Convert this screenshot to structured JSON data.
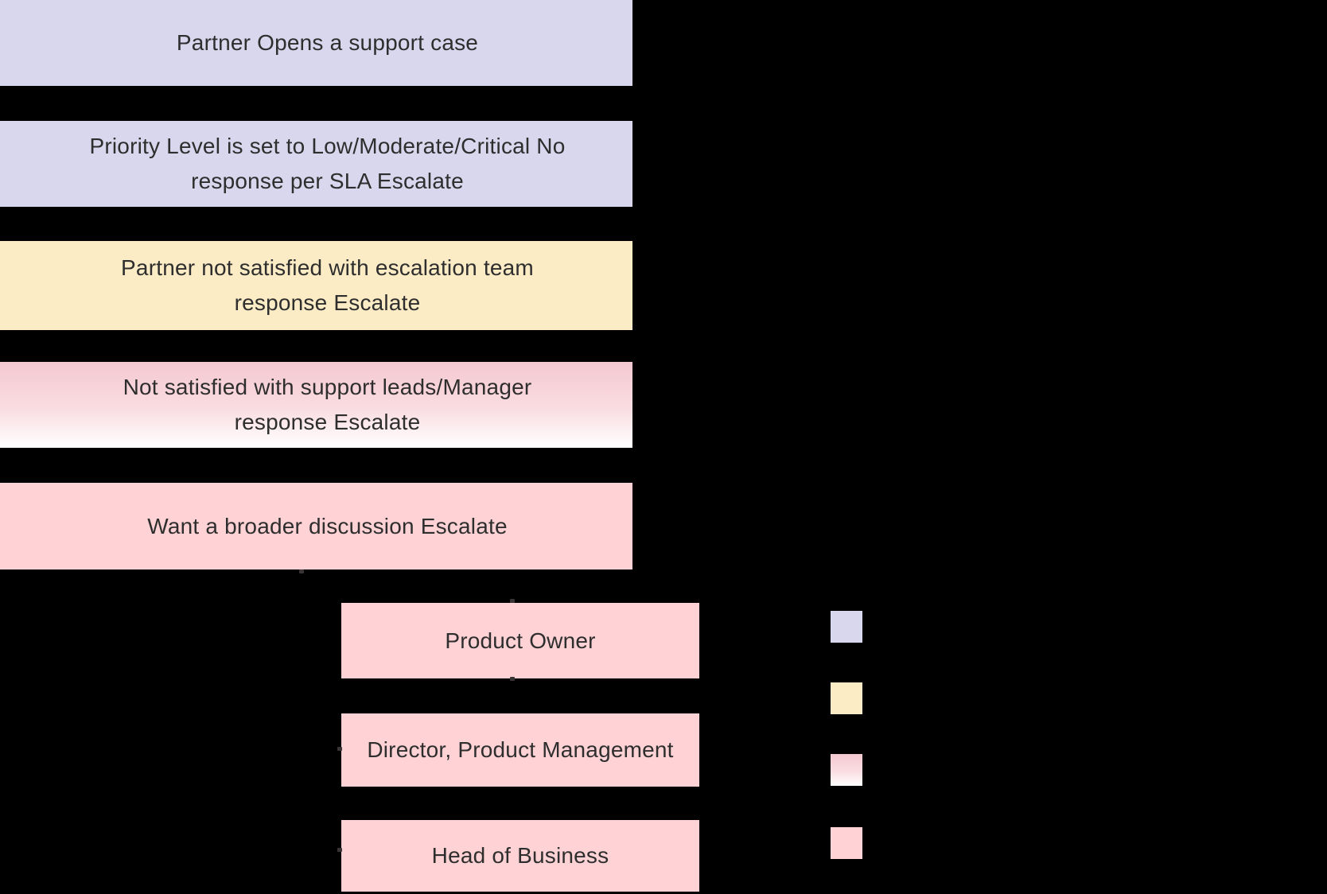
{
  "palette": {
    "background": "#000000",
    "lavender": "#d9d7ee",
    "yellow": "#fcecc6",
    "pink": "#ffd2d5",
    "gradient_top": "#f5c8d0",
    "gradient_bottom": "#ffffff",
    "text": "#2e2e2e"
  },
  "flowchart": {
    "left_boxes": [
      {
        "variant": "lavender",
        "lines": [
          "Partner Opens a support case"
        ]
      },
      {
        "variant": "lavender",
        "lines": [
          "Priority Level is set to Low/Moderate/Critical No",
          "response per SLA Escalate"
        ]
      },
      {
        "variant": "yellow",
        "lines": [
          "Partner not satisfied with escalation team",
          "response Escalate"
        ]
      },
      {
        "variant": "gradient",
        "lines": [
          "Not satisfied with support leads/Manager",
          "response Escalate"
        ]
      },
      {
        "variant": "pink",
        "lines": [
          "Want a broader discussion Escalate"
        ]
      }
    ],
    "right_boxes": [
      {
        "variant": "pink",
        "lines": [
          "Product Owner"
        ]
      },
      {
        "variant": "pink",
        "lines": [
          "Director, Product Management"
        ]
      },
      {
        "variant": "pink",
        "lines": [
          "Head of Business"
        ]
      }
    ],
    "legend": [
      {
        "name": "lavender-swatch",
        "color": "#d9d7ee"
      },
      {
        "name": "yellow-swatch",
        "color": "#fcecc6"
      },
      {
        "name": "gradient-swatch",
        "color": "#f5c8d0 to #ffffff"
      },
      {
        "name": "pink-swatch",
        "color": "#ffd2d5"
      }
    ]
  }
}
